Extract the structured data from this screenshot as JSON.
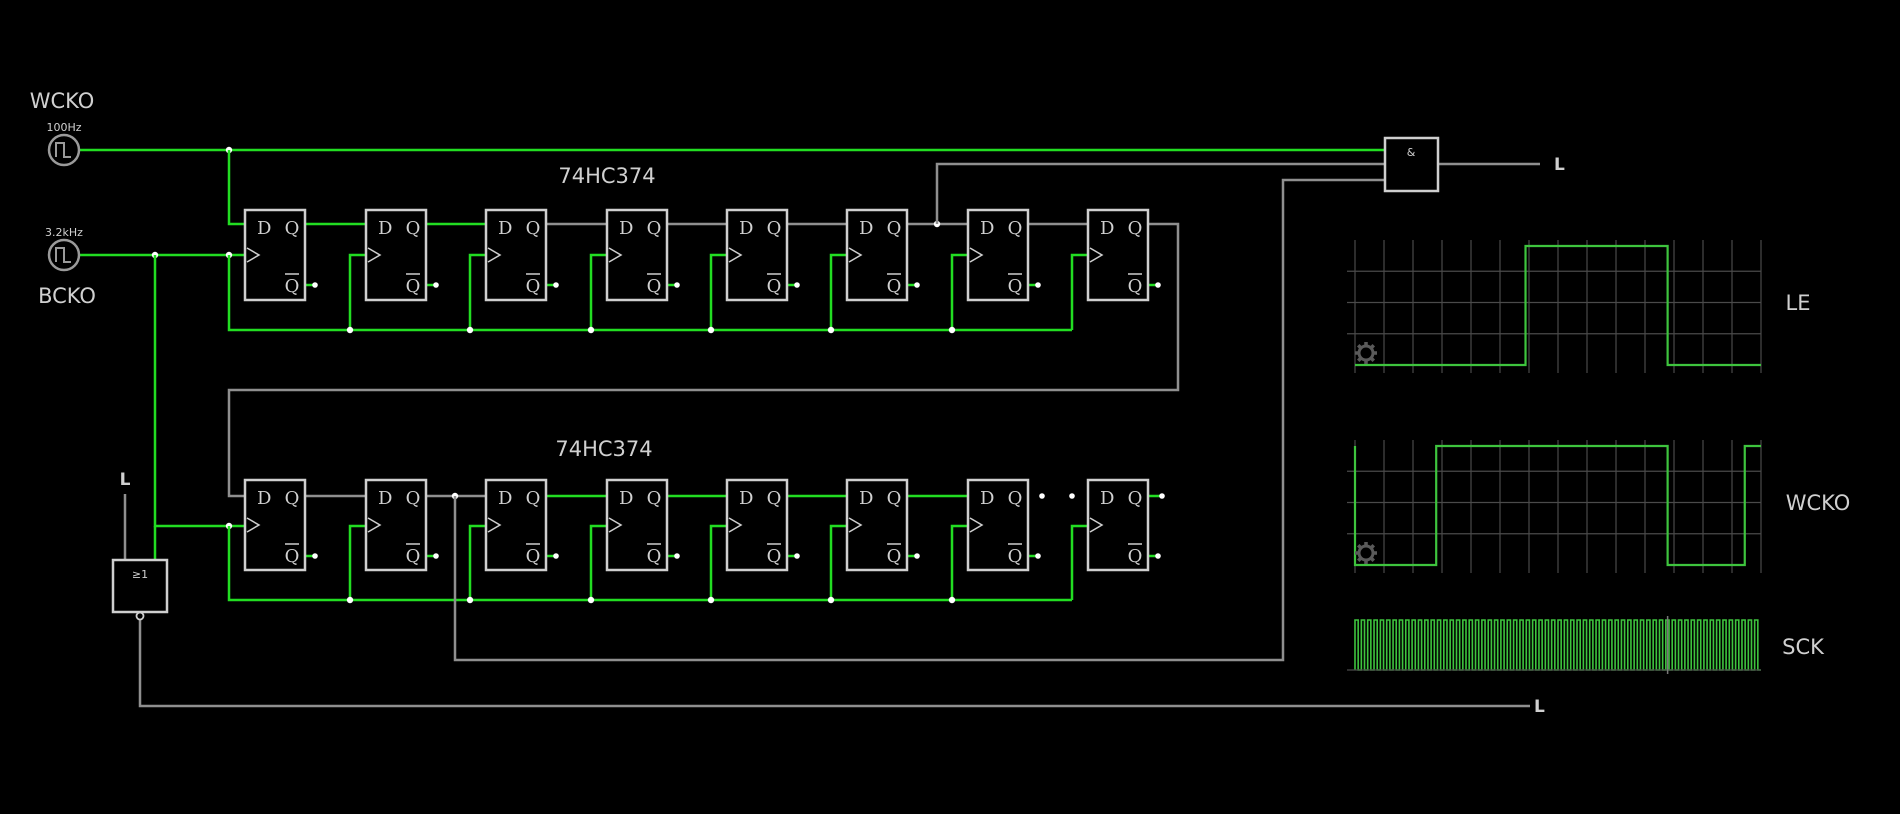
{
  "colors": {
    "background": "#000000",
    "wire_active": "#22dd22",
    "wire_inactive": "#8f8f8f",
    "component_outline": "#cfcfcf",
    "label_text": "#d0d0d0",
    "scope_trace": "#3ec43e",
    "scope_grid": "#4a4a4a"
  },
  "clocks": [
    {
      "id": "wcko",
      "name": "WCKO",
      "freq": "100Hz"
    },
    {
      "id": "bcko",
      "name": "BCKO",
      "freq": "3.2kHz"
    }
  ],
  "registers": [
    {
      "id": "top",
      "chip_label": "74HC374"
    },
    {
      "id": "bottom",
      "chip_label": "74HC374"
    }
  ],
  "flipflop": {
    "d": "D",
    "q": "Q",
    "qbar": "Q"
  },
  "gates": {
    "and_symbol": "&",
    "or_symbol": "≥1"
  },
  "outputs": {
    "and_out_level": "L",
    "or_in_level": "L",
    "bottom_out_level": "L"
  },
  "scopes": [
    {
      "id": "le",
      "label": "LE",
      "icon": "gear-icon",
      "waveform": [
        [
          0,
          0
        ],
        [
          0.42,
          0
        ],
        [
          0.42,
          1
        ],
        [
          0.77,
          1
        ],
        [
          0.77,
          0
        ],
        [
          1,
          0
        ]
      ]
    },
    {
      "id": "wcko",
      "label": "WCKO",
      "icon": "gear-icon",
      "waveform": [
        [
          0,
          1
        ],
        [
          0,
          0
        ],
        [
          0.2,
          0
        ],
        [
          0.2,
          1
        ],
        [
          0.77,
          1
        ],
        [
          0.77,
          0
        ],
        [
          0.96,
          0
        ],
        [
          0.96,
          1
        ],
        [
          1,
          1
        ]
      ]
    },
    {
      "id": "sck",
      "label": "SCK",
      "icon": "",
      "pulses": 64
    }
  ]
}
